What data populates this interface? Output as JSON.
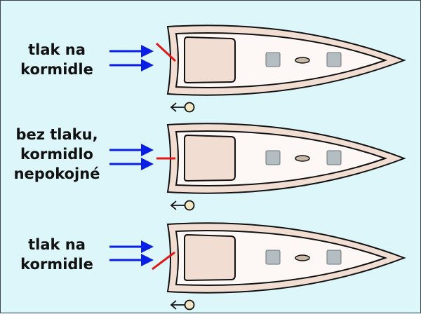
{
  "panels": [
    {
      "label_lines": [
        "tlak na",
        "kormidle"
      ],
      "rudder": "angled-up"
    },
    {
      "label_lines": [
        "bez tlaku,",
        "kormidlo",
        "nepokojné"
      ],
      "rudder": "straight"
    },
    {
      "label_lines": [
        "tlak na",
        "kormidle"
      ],
      "rudder": "angled-down"
    }
  ],
  "colors": {
    "background": "#dcf6fa",
    "hull": "#f2ddd2",
    "deck": "#fdf8f6",
    "arrow": "#0a1fe6",
    "rudder": "#e01818",
    "hatch": "#b4bec2"
  }
}
